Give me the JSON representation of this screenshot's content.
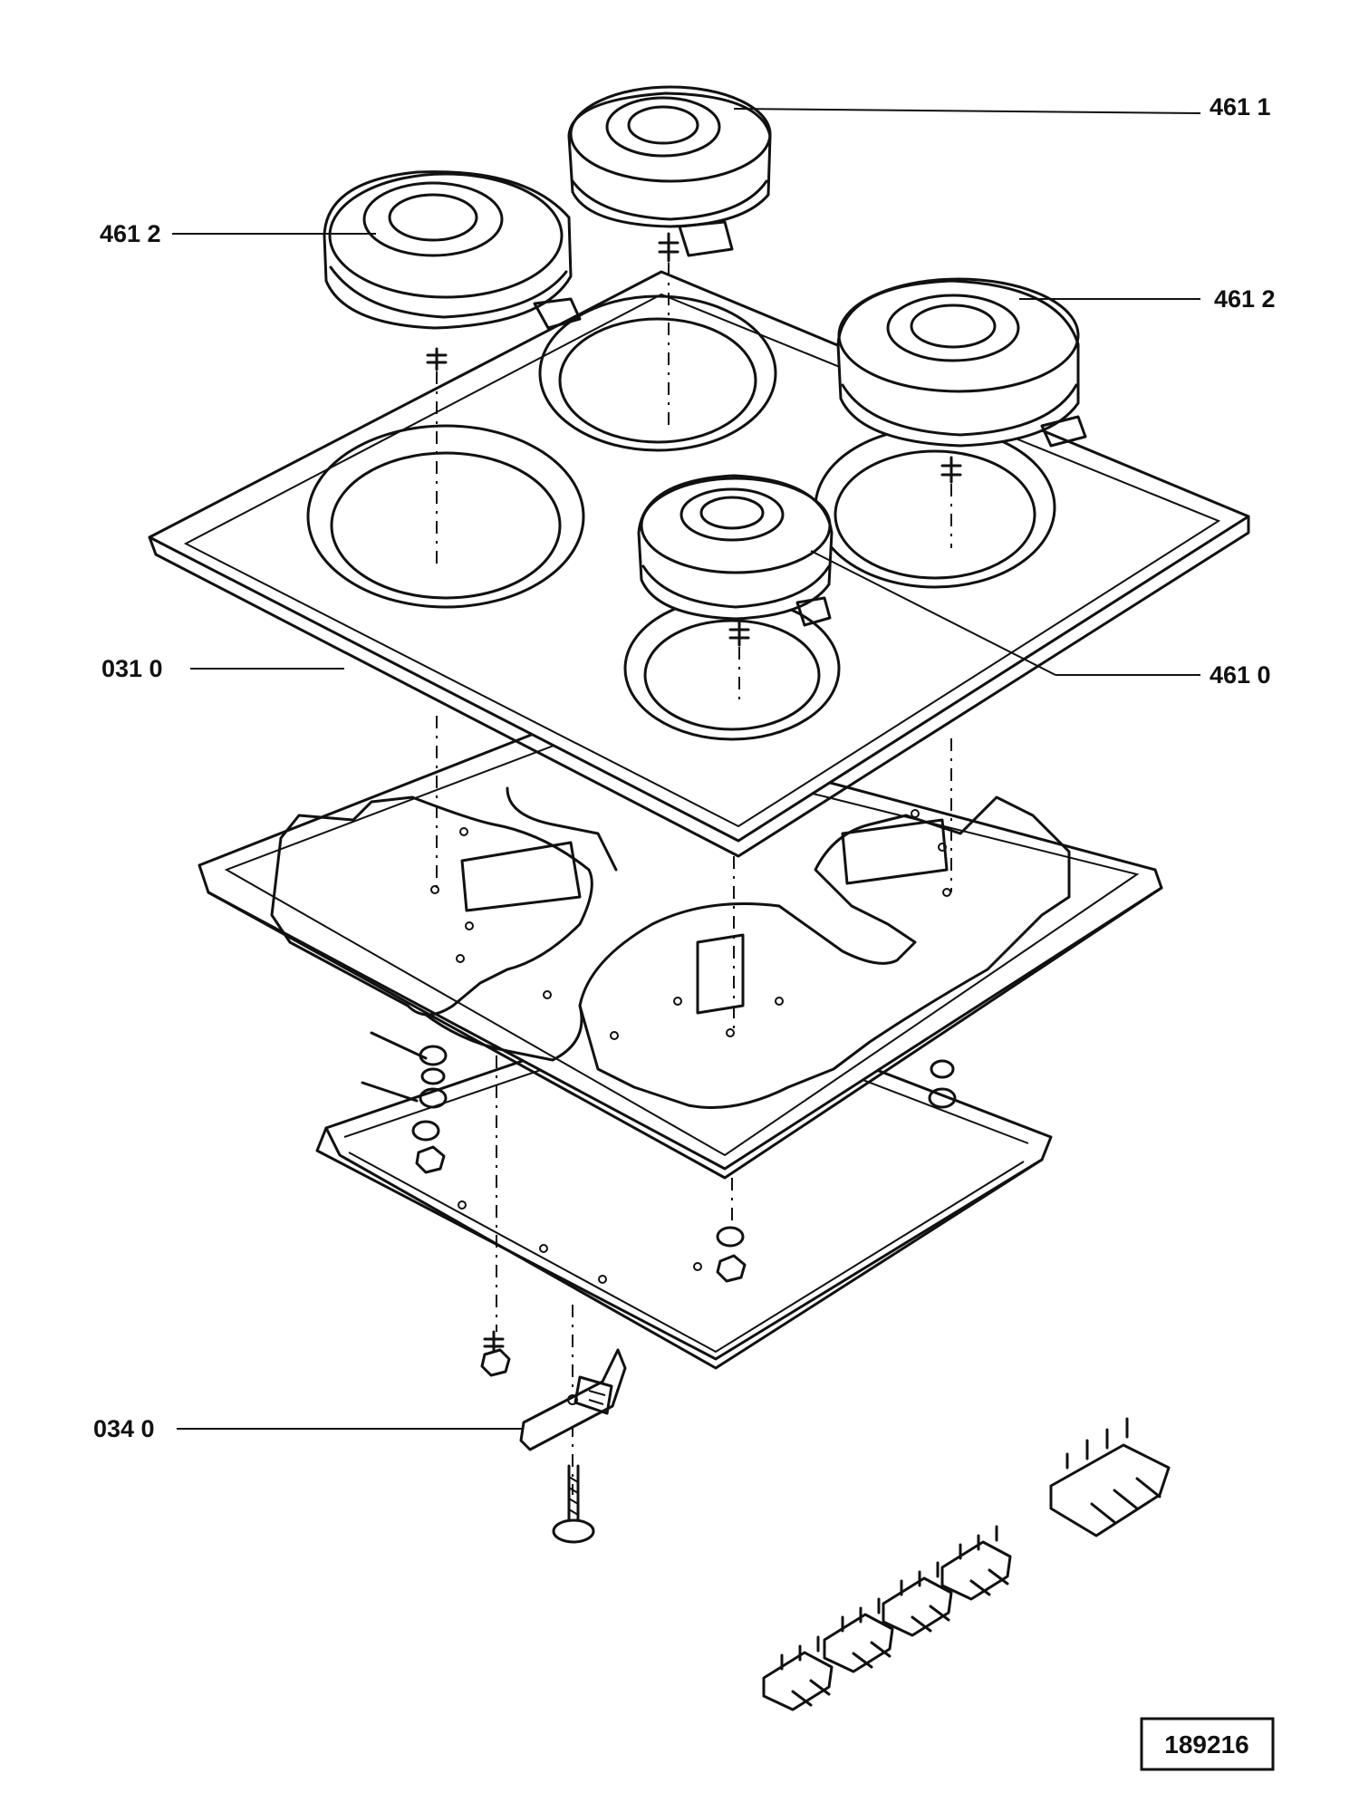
{
  "callouts": {
    "burner_rear": "461 1",
    "burner_left": "461 2",
    "burner_right": "461 2",
    "burner_front": "461 0",
    "hob_plate": "031 0",
    "fixing_bracket": "034 0"
  },
  "drawing_number": "189216"
}
